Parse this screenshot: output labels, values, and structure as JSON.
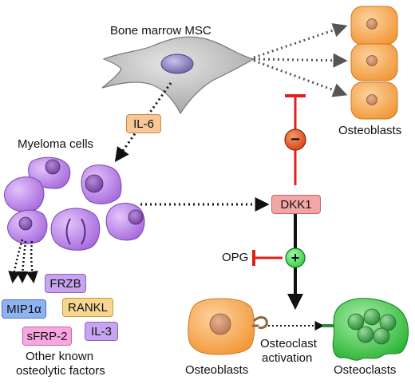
{
  "labels": {
    "bone_marrow_msc": "Bone marrow MSC",
    "osteoblasts_top": "Osteoblasts",
    "myeloma_cells": "Myeloma cells",
    "il6": "IL-6",
    "dkk1": "DKK1",
    "opg": "OPG",
    "minus": "−",
    "plus": "+",
    "osteoclast_activation_line1": "Osteoclast",
    "osteoclast_activation_line2": "activation",
    "osteoblasts_bottom": "Osteoblasts",
    "osteoclasts": "Osteoclasts",
    "other_factors_line1": "Other known",
    "other_factors_line2": "osteolytic factors"
  },
  "factors": {
    "frzb": "FRZB",
    "mip1a": "MIP1α",
    "rankl": "RANKL",
    "sfrp2": "sFRP-2",
    "il3": "IL-3"
  },
  "colors": {
    "msc_cell": "#b9b9b9",
    "osteoblast": "#f5a94e",
    "myeloma": "#b57be6",
    "osteoclast": "#3fcf4a",
    "il6_box": "#f9c795",
    "dkk1_box": "#f4a6a6",
    "inhibit_red": "#e0201c",
    "minus_circle": "#e8511d",
    "plus_circle": "#4ee25a",
    "frzb_box": "#c8a4f0",
    "mip1a_box": "#8fb3f2",
    "rankl_box": "#f7d68f",
    "sfrp2_box": "#f7a6e0",
    "il3_box": "#c8a4f0"
  }
}
